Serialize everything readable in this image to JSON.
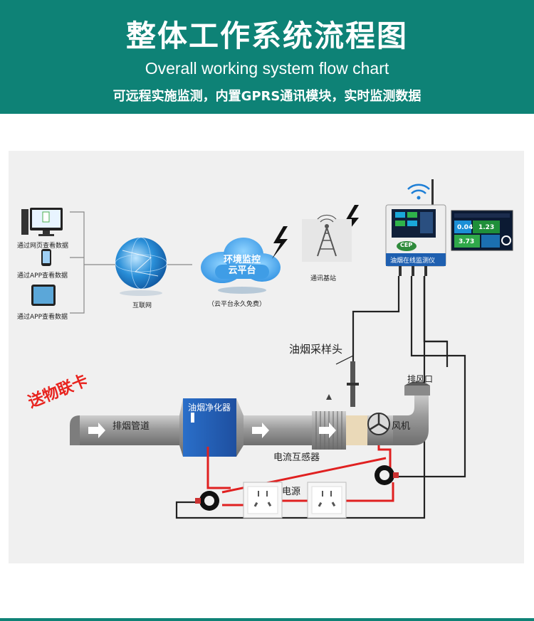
{
  "header": {
    "title": "整体工作系统流程图",
    "subtitle": "Overall working system flow chart",
    "description": "可远程实施监测，内置GPRS通讯模块，实时监测数据"
  },
  "devices": {
    "web": "通过网页查看数据",
    "app1": "通过APP查看数据",
    "app2": "通过APP查看数据"
  },
  "internet": "互联网",
  "cloud": {
    "line1": "环境监控",
    "line2": "云平台",
    "caption": "（云平台永久免费）"
  },
  "base_station": "通讯基站",
  "monitor": {
    "label": "油烟在线监测仪",
    "logo": "CEP",
    "values": [
      "0.04",
      "1.23",
      "3.73"
    ]
  },
  "probe": "油烟采样头",
  "gift": "送物联卡",
  "duct": {
    "pipe": "排烟管道",
    "purifier": "油烟净化器",
    "fan": "风机",
    "outlet": "排风口"
  },
  "ct": "电流互感器",
  "power": "电源",
  "colors": {
    "header": "#0e8276",
    "wire_red": "#e02020",
    "wire_black": "#222222",
    "gift": "#e8231e"
  }
}
